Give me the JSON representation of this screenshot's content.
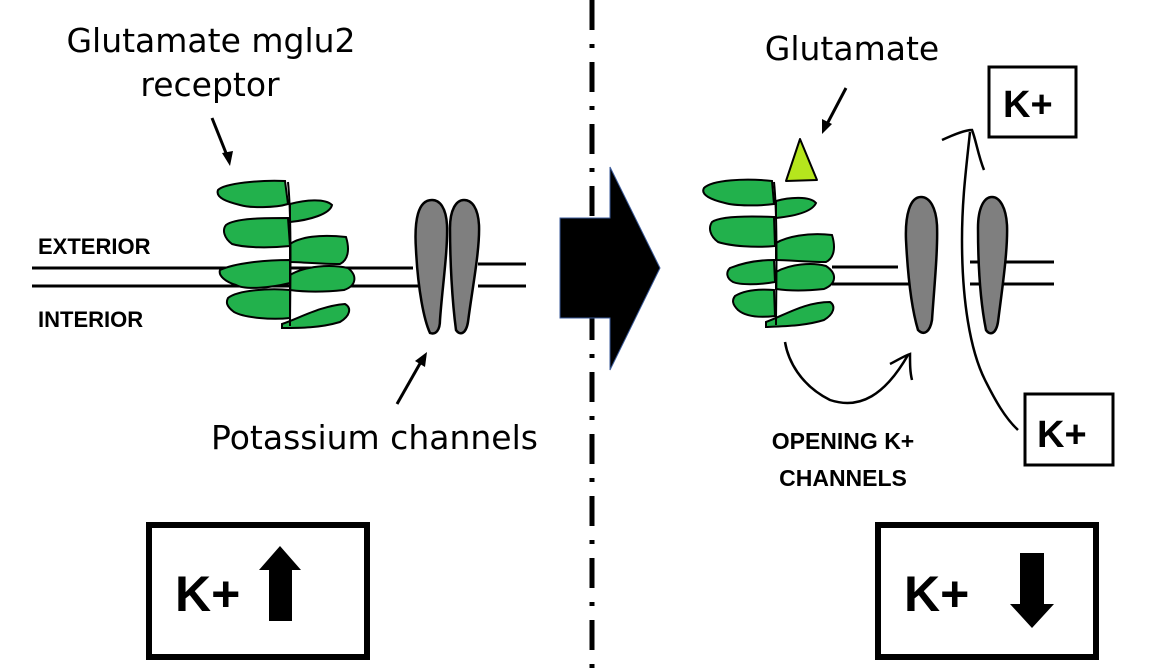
{
  "colors": {
    "receptor_green": "#22b14c",
    "glutamate_lime": "#b5e61d",
    "channel_gray": "#7f7f7f",
    "outline": "#000000",
    "background": "#ffffff"
  },
  "left_panel": {
    "receptor_label_line1": "Glutamate mglu2",
    "receptor_label_line2": "receptor",
    "exterior_label": "EXTERIOR",
    "interior_label": "INTERIOR",
    "channels_label": "Potassium channels",
    "result_box": {
      "text": "K+",
      "direction": "up",
      "arrow_icon": "arrow-up-icon"
    }
  },
  "transition_arrow": {
    "direction": "right",
    "icon": "arrow-right-icon"
  },
  "right_panel": {
    "ligand_label": "Glutamate",
    "efflux_box_top": "K+",
    "efflux_box_bottom": "K+",
    "opening_label_line1": "OPENING K+",
    "opening_label_line2": "CHANNELS",
    "result_box": {
      "text": "K+",
      "direction": "down",
      "arrow_icon": "arrow-down-icon"
    }
  }
}
